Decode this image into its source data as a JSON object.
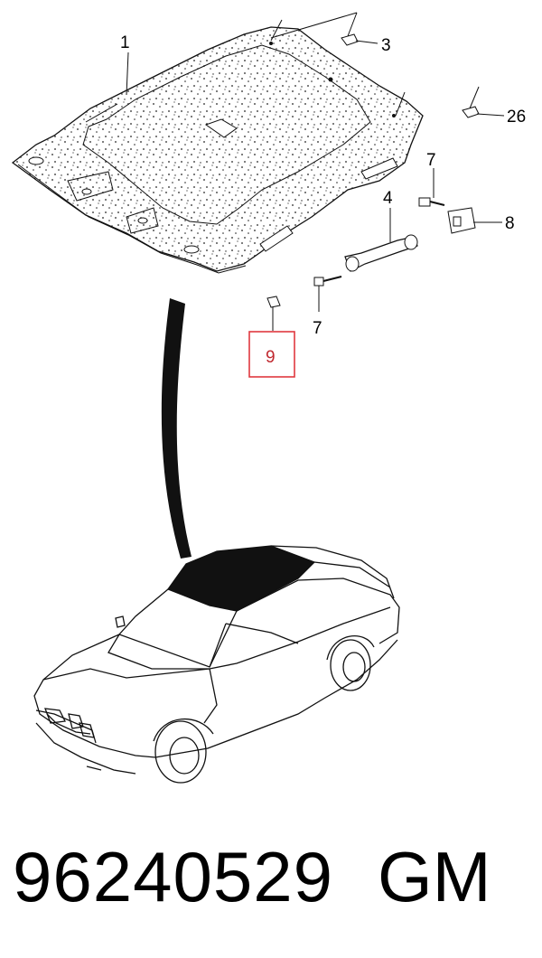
{
  "callouts": {
    "c1": "1",
    "c3": "3",
    "c26": "26",
    "c7a": "7",
    "c4": "4",
    "c8": "8",
    "c7b": "7",
    "c9": "9"
  },
  "highlight_color": "#e0383f",
  "footer": {
    "part_number": "96240529",
    "brand": "GM"
  }
}
